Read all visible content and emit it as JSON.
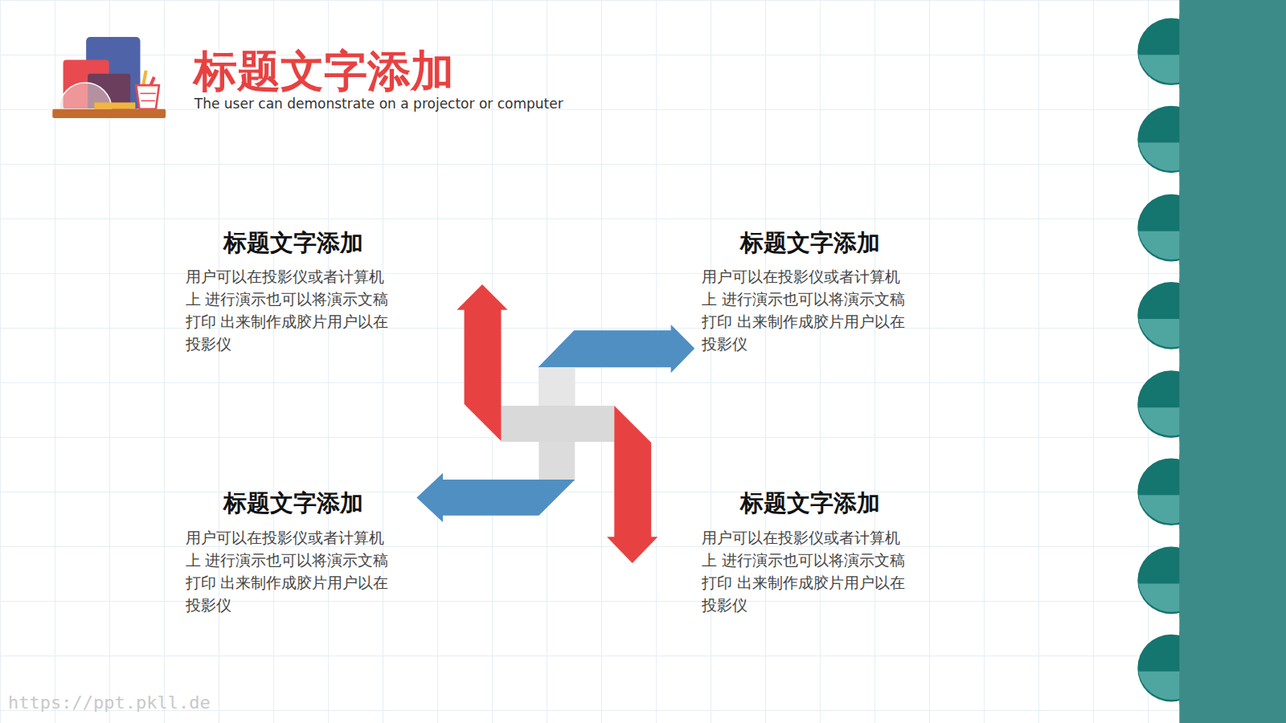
{
  "diagram": {
    "title": "标题文字添加",
    "nodes": [
      {
        "text": [
          "标题文字添加",
          "用户可以在投影仪或者计算机上 进行演示也可以将演示文稿打印 出来制作成胶片用户以在投影仪"
        ]
      },
      {
        "text": [
          "标题文字添加",
          "用户可以在投影仪或者计算机上 进行演示也可以将演示文稿打印 出来制作成胶片用户以在投影仪"
        ]
      },
      {
        "text": [
          "标题文字添加",
          "用户可以在投影仪或者计算机上 进行演示也可以将演示文稿打印 出来制作成胶片用户以在投影仪"
        ]
      },
      {
        "text": [
          "标题文字添加",
          "用户可以在投影仪或者计算机上 进行演示也可以将演示文稿打印 出来制作成胶片用户以在投影仪"
        ]
      }
    ],
    "labels": [
      "The user can demonstrate on a projector or computer",
      "https://ppt.pkll.de"
    ]
  }
}
